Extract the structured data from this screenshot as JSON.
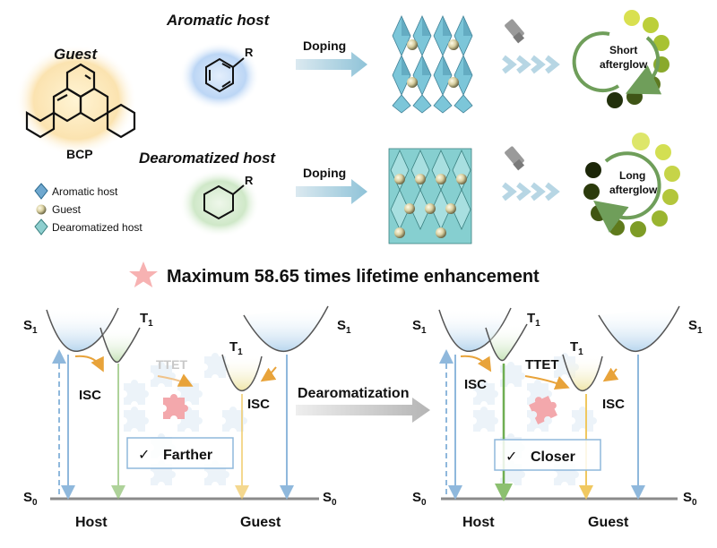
{
  "guest": {
    "heading": "Guest",
    "molecule": "BCP"
  },
  "aromatic_host": {
    "heading": "Aromatic host",
    "substituent": "R",
    "arrow_label": "Doping",
    "afterglow": [
      "Short",
      "afterglow"
    ]
  },
  "dearomatized_host": {
    "heading": "Dearomatized host",
    "substituent": "R",
    "arrow_label": "Doping",
    "afterglow": [
      "Long",
      "afterglow"
    ]
  },
  "legend": {
    "items": [
      "Aromatic host",
      "Guest",
      "Dearomatized host"
    ]
  },
  "headline": "Maximum 58.65 times lifetime enhancement",
  "transition_label": "Dearomatization",
  "energy_left": {
    "host_s1": "S",
    "host_t1": "T",
    "guest_t1": "T",
    "guest_s1": "S",
    "s0_left": "S",
    "s0_right": "S",
    "sub1": "1",
    "sub0": "0",
    "isc_left": "ISC",
    "isc_right": "ISC",
    "ttet": "TTET",
    "distance": "Farther",
    "host": "Host",
    "guest": "Guest"
  },
  "energy_right": {
    "host_s1": "S",
    "host_t1": "T",
    "guest_t1": "T",
    "guest_s1": "S",
    "s0_left": "S",
    "s0_right": "S",
    "sub1": "1",
    "sub0": "0",
    "isc_left": "ISC",
    "isc_right": "ISC",
    "ttet": "TTET",
    "distance": "Closer",
    "host": "Host",
    "guest": "Guest"
  },
  "check_mark": "✓",
  "colors": {
    "aromatic_glow": "#bcd6f5",
    "dearomatized_glow": "#cfe8c8",
    "guest_glow": "#fbe3b0",
    "crystal_blue": "#7cc6d9",
    "crystal_dark": "#3f7f95",
    "arrow_blue": "#8fc3d8",
    "ring_green": "#6f9e5a",
    "puzzle_red": "#f3a8ac",
    "s1_blue": "#9cc4e4",
    "t1_green": "#9ccb8a",
    "guest_yellow": "#f4d27a",
    "isc_orange": "#e8a33a"
  }
}
